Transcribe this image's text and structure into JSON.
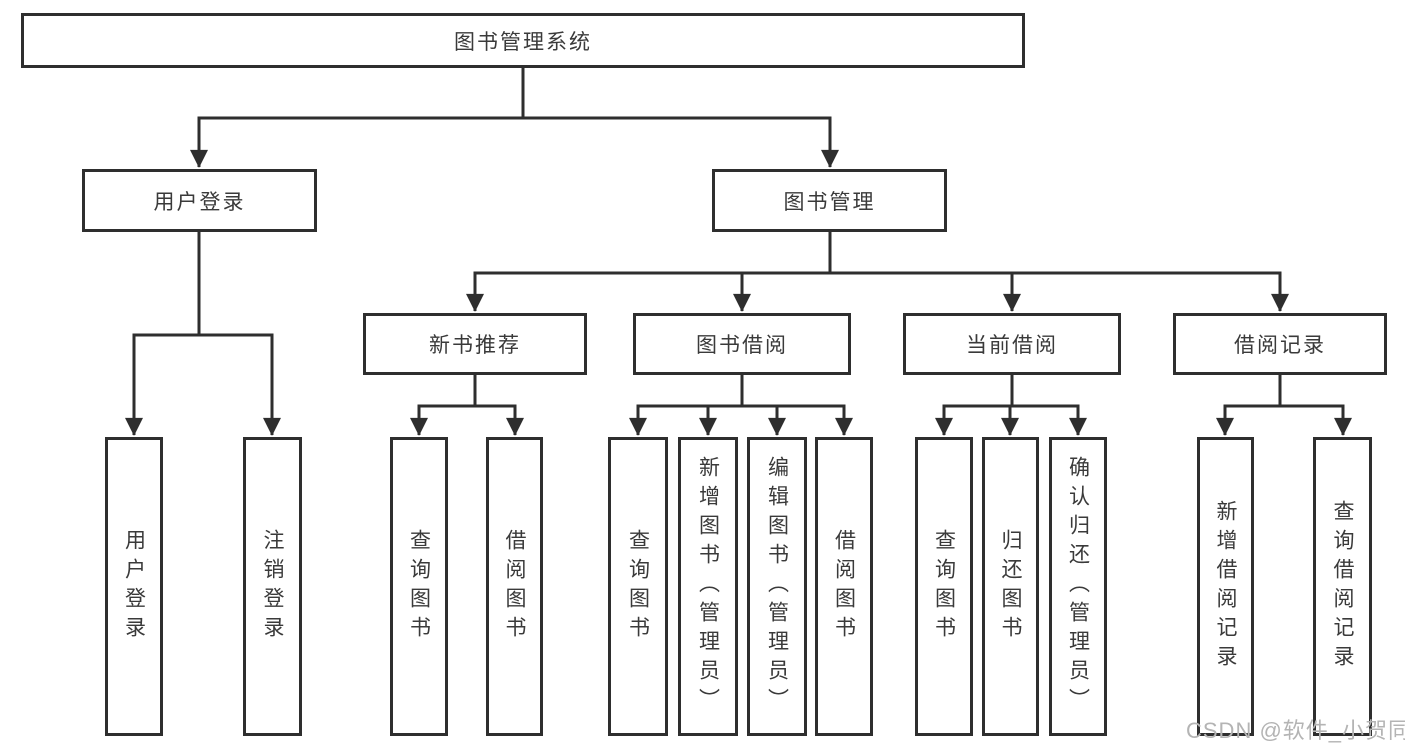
{
  "diagram": {
    "root": {
      "label": "图书管理系统"
    },
    "level2": {
      "user_login": {
        "label": "用户登录"
      },
      "book_management": {
        "label": "图书管理"
      }
    },
    "level3": {
      "new_book_recommend": {
        "label": "新书推荐"
      },
      "book_borrowing": {
        "label": "图书借阅"
      },
      "current_borrowing": {
        "label": "当前借阅"
      },
      "borrowing_records": {
        "label": "借阅记录"
      }
    },
    "leaves": {
      "user_login": {
        "label": "用户登录"
      },
      "logout": {
        "label": "注销登录"
      },
      "nbr_query_books": {
        "label": "查询图书"
      },
      "nbr_borrow_books": {
        "label": "借阅图书"
      },
      "bb_query_books": {
        "label": "查询图书"
      },
      "bb_add_books": {
        "label": "新增图书（管理员）"
      },
      "bb_edit_books": {
        "label": "编辑图书（管理员）"
      },
      "bb_borrow_books": {
        "label": "借阅图书"
      },
      "cb_query_books": {
        "label": "查询图书"
      },
      "cb_return_books": {
        "label": "归还图书"
      },
      "cb_confirm_return": {
        "label": "确认归还（管理员）"
      },
      "br_add_record": {
        "label": "新增借阅记录"
      },
      "br_query_record": {
        "label": "查询借阅记录"
      }
    },
    "colors": {
      "line": "#2e2e2e",
      "text": "#3a3a3a",
      "background": "#ffffff",
      "watermark": "#b4b4b4"
    }
  },
  "watermark": {
    "text": "CSDN @软件_小贺同学"
  }
}
